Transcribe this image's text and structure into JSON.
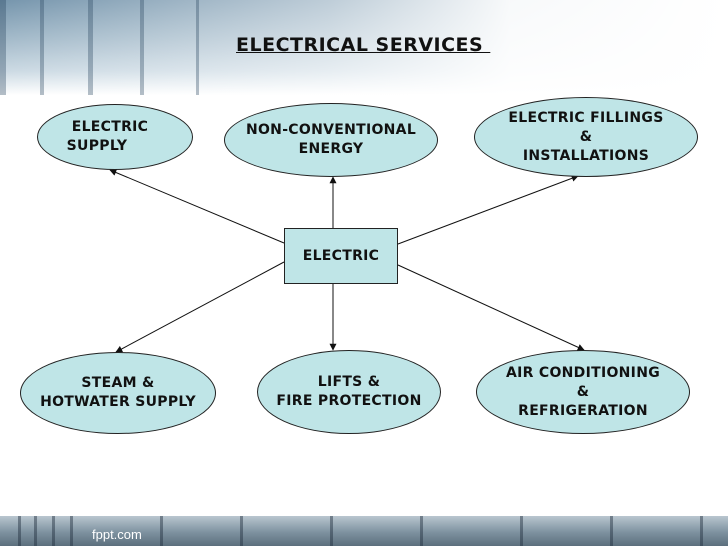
{
  "title": "ELECTRICAL SERVICES ",
  "footer": "fppt.com",
  "center": {
    "label": "ELECTRIC"
  },
  "nodes": {
    "electric_supply": [
      "ELECTRIC",
      "SUPPLY"
    ],
    "non_conventional_energy": [
      "NON-CONVENTIONAL",
      "ENERGY"
    ],
    "electric_fillings": [
      "ELECTRIC FILLINGS",
      "&",
      "INSTALLATIONS"
    ],
    "steam_hotwater": [
      "STEAM &",
      "HOTWATER SUPPLY"
    ],
    "lifts_fire": [
      "LIFTS &",
      "FIRE PROTECTION"
    ],
    "air_conditioning": [
      "AIR CONDITIONING",
      "&",
      "REFRIGERATION"
    ]
  },
  "colors": {
    "node_fill": "#bfe5e7",
    "border": "#222222",
    "arrow": "#111111"
  }
}
